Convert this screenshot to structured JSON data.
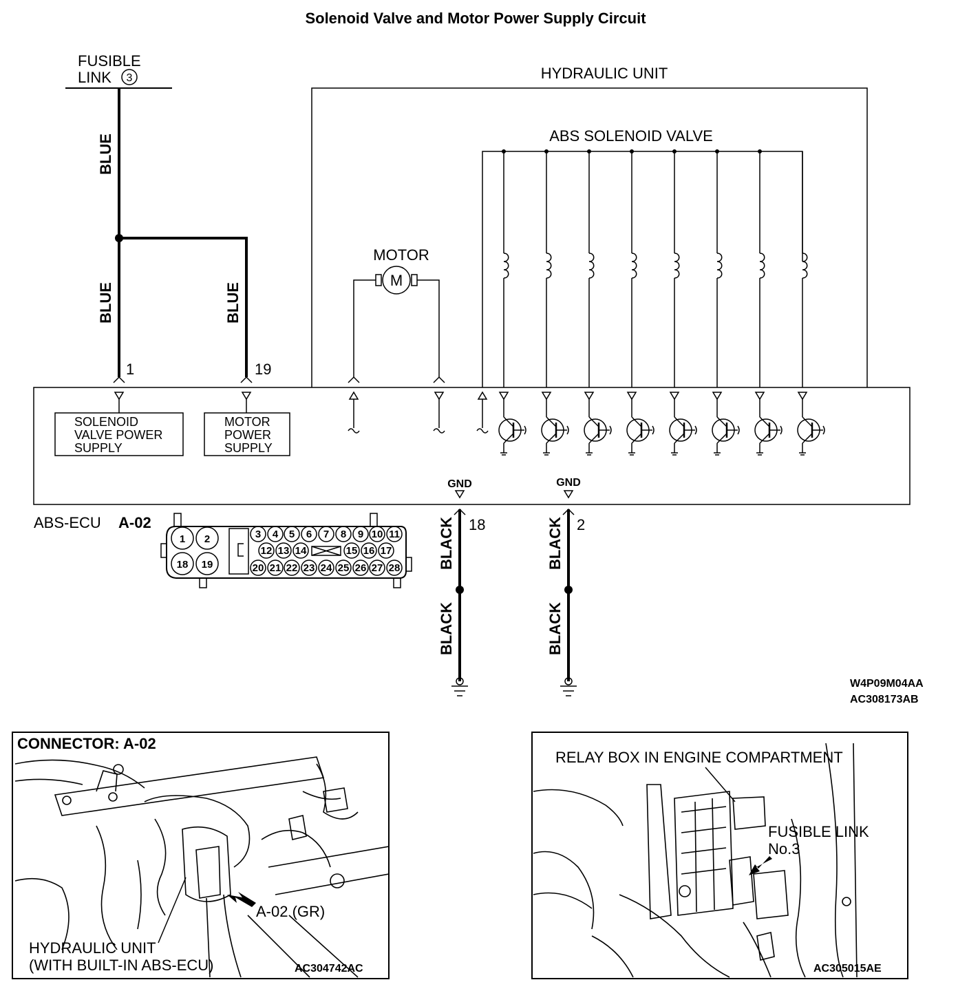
{
  "title": "Solenoid Valve and Motor Power Supply Circuit",
  "fusible_link": {
    "label_line1": "FUSIBLE",
    "label_line2": "LINK",
    "number": "3"
  },
  "hydraulic_unit": {
    "label": "HYDRAULIC UNIT"
  },
  "solenoid_valve": {
    "label": "ABS SOLENOID VALVE",
    "count": 8
  },
  "motor": {
    "label": "MOTOR",
    "symbol": "M"
  },
  "wires": {
    "blue_1": "BLUE",
    "blue_2": "BLUE",
    "blue_3": "BLUE",
    "black_18_upper": "BLACK",
    "black_18_lower": "BLACK",
    "black_2_upper": "BLACK",
    "black_2_lower": "BLACK"
  },
  "pins": {
    "p1": "1",
    "p19": "19",
    "p18": "18",
    "p2": "2"
  },
  "ecu_boxes": {
    "solenoid_supply": [
      "SOLENOID",
      "VALVE POWER",
      "SUPPLY"
    ],
    "motor_supply": [
      "MOTOR",
      "POWER",
      "SUPPLY"
    ]
  },
  "gnd": {
    "g1": "GND",
    "g2": "GND"
  },
  "ecu": {
    "label": "ABS-ECU",
    "connector": "A-02"
  },
  "connector_pins": {
    "large": [
      "1",
      "2",
      "18",
      "19"
    ],
    "row1": [
      "3",
      "4",
      "5",
      "6",
      "7",
      "8",
      "9",
      "10",
      "11"
    ],
    "row2": [
      "12",
      "13",
      "14",
      "15",
      "16",
      "17"
    ],
    "row3": [
      "20",
      "21",
      "22",
      "23",
      "24",
      "25",
      "26",
      "27",
      "28"
    ]
  },
  "codes": {
    "code1": "W4P09M04AA",
    "code2": "AC308173AB"
  },
  "photo_left": {
    "header": "CONNECTOR: A-02",
    "callout": "A-02 (GR)",
    "caption_line1": "HYDRAULIC UNIT",
    "caption_line2": "(WITH BUILT-IN ABS-ECU)",
    "code": "AC304742AC"
  },
  "photo_right": {
    "header": "RELAY BOX IN ENGINE COMPARTMENT",
    "callout_line1": "FUSIBLE LINK",
    "callout_line2": "No.3",
    "code": "AC305015AE"
  }
}
